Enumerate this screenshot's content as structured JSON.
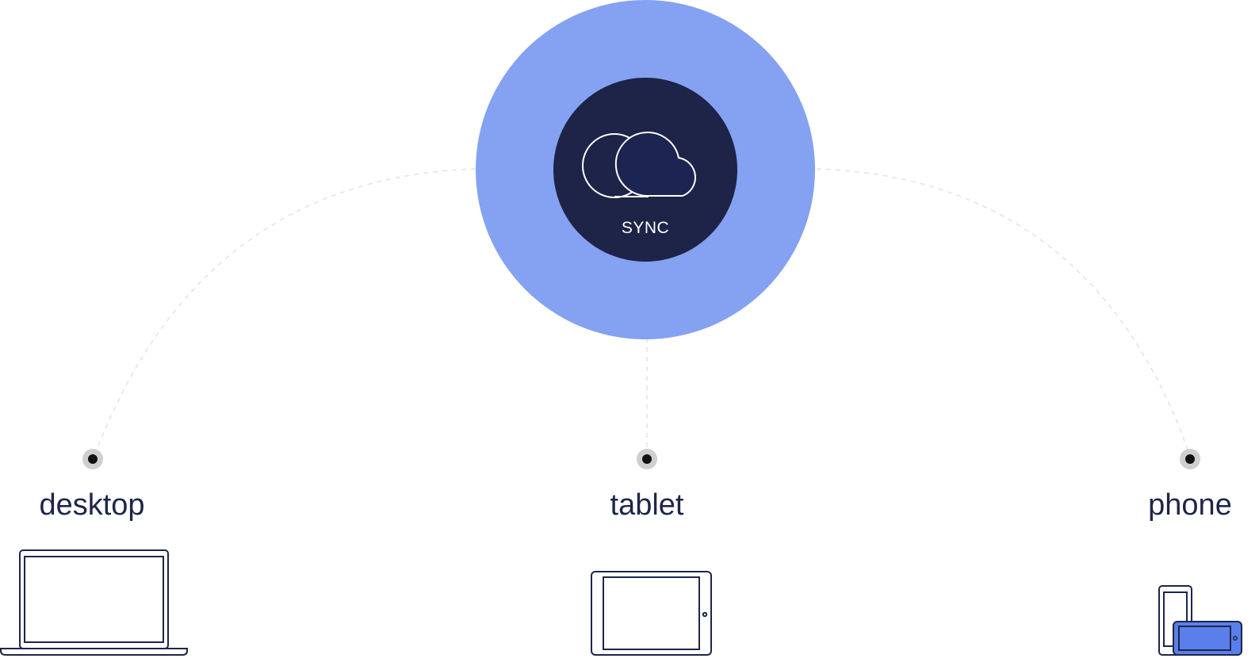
{
  "hub": {
    "label": "SYNC",
    "icon": "cloud-icon",
    "outer_color": "#84a2f1",
    "inner_color": "#1d2448"
  },
  "devices": [
    {
      "label": "desktop",
      "icon": "laptop-icon"
    },
    {
      "label": "tablet",
      "icon": "tablet-icon"
    },
    {
      "label": "phone",
      "icon": "phone-icon"
    }
  ],
  "colors": {
    "text": "#1d2649",
    "connector": "#dde3ee",
    "node_ring": "#cfcfcf",
    "node_dot": "#111111",
    "phone_accent": "#5b7fea"
  }
}
